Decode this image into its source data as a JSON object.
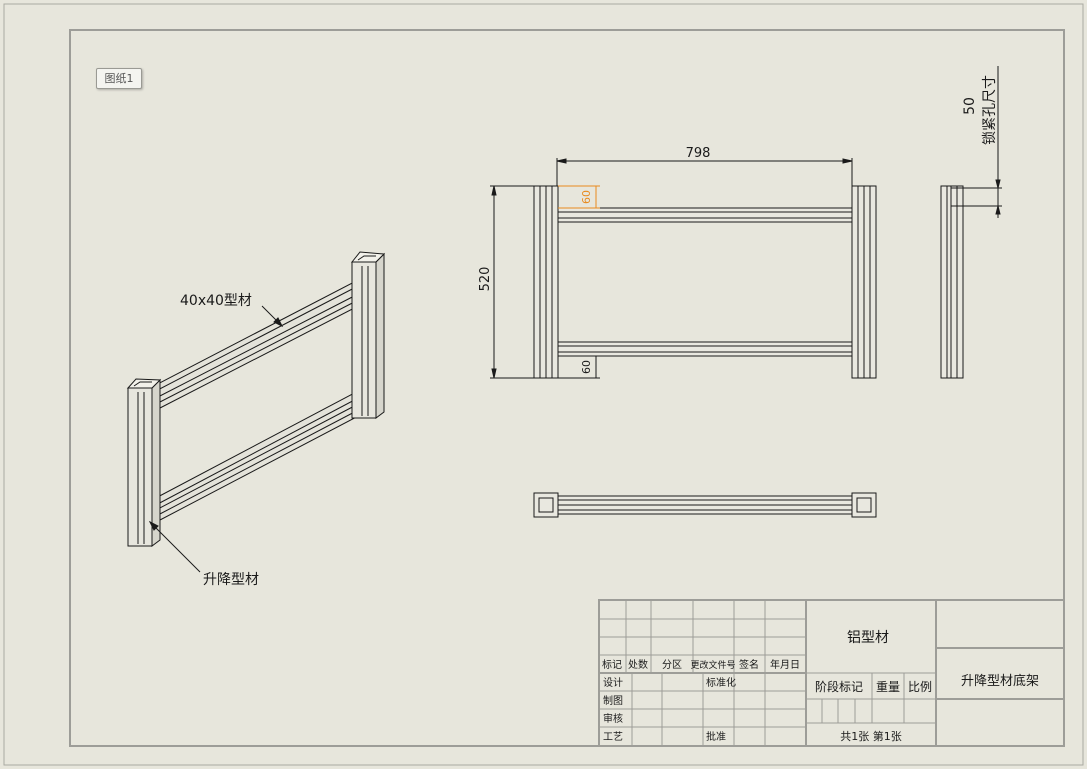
{
  "sheet_tab": "图纸1",
  "labels": {
    "profile_40x40": "40x40型材",
    "lift_profile": "升降型材"
  },
  "dimensions": {
    "width": "798",
    "height": "520",
    "top_offset": "60",
    "bottom_offset": "60",
    "lock_hole_value": "50",
    "lock_hole_label": "锁紧孔尺寸"
  },
  "title_block": {
    "headers": [
      "标记",
      "处数",
      "分区",
      "更改文件号",
      "签名",
      "年月日"
    ],
    "roles": [
      "设计",
      "制图",
      "审核",
      "工艺"
    ],
    "standardization": "标准化",
    "approval": "批准",
    "material": "铝型材",
    "stage_mark": "阶段标记",
    "weight": "重量",
    "scale": "比例",
    "drawing_name": "升降型材底架",
    "sheet_count": "共1张  第1张"
  },
  "colors": {
    "background": "#e7e6dc",
    "line": "#1a1a1a",
    "frame": "#9d9d98",
    "highlight_dimension": "#e88a1e"
  }
}
